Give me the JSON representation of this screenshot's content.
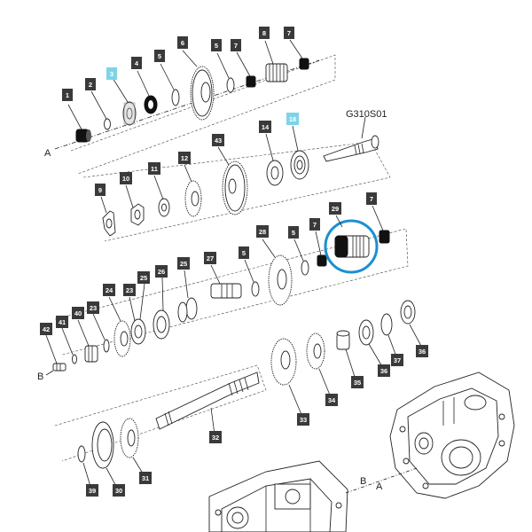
{
  "figure_code": "G310S01",
  "ref_letters": {
    "a": "A",
    "b": "B"
  },
  "highlight_color": "#1b8fd2",
  "label_bg": "#3a3a3a",
  "label_highlight_bg": "#7ed3e8",
  "labels": {
    "l1": "1",
    "l2": "2",
    "l3": "3",
    "l4": "4",
    "l5a": "5",
    "l6": "6",
    "l5b": "5",
    "l7a": "7",
    "l8": "8",
    "l7b": "7",
    "l9": "9",
    "l10": "10",
    "l11": "11",
    "l12": "12",
    "l43": "43",
    "l14": "14",
    "l18": "18",
    "l29": "29",
    "l7c": "7",
    "l5c": "5",
    "l7d": "7",
    "l28": "28",
    "l25a": "25",
    "l26": "26",
    "l25b": "25",
    "l27": "27",
    "l5d": "5",
    "l24": "24",
    "l23a": "23",
    "l23b": "23",
    "l40": "40",
    "l41": "41",
    "l42": "42",
    "l36a": "36",
    "l36b": "36",
    "l37": "37",
    "l35": "35",
    "l34": "34",
    "l33": "33",
    "l32": "32",
    "l31": "31",
    "l30": "30",
    "l39": "39"
  }
}
